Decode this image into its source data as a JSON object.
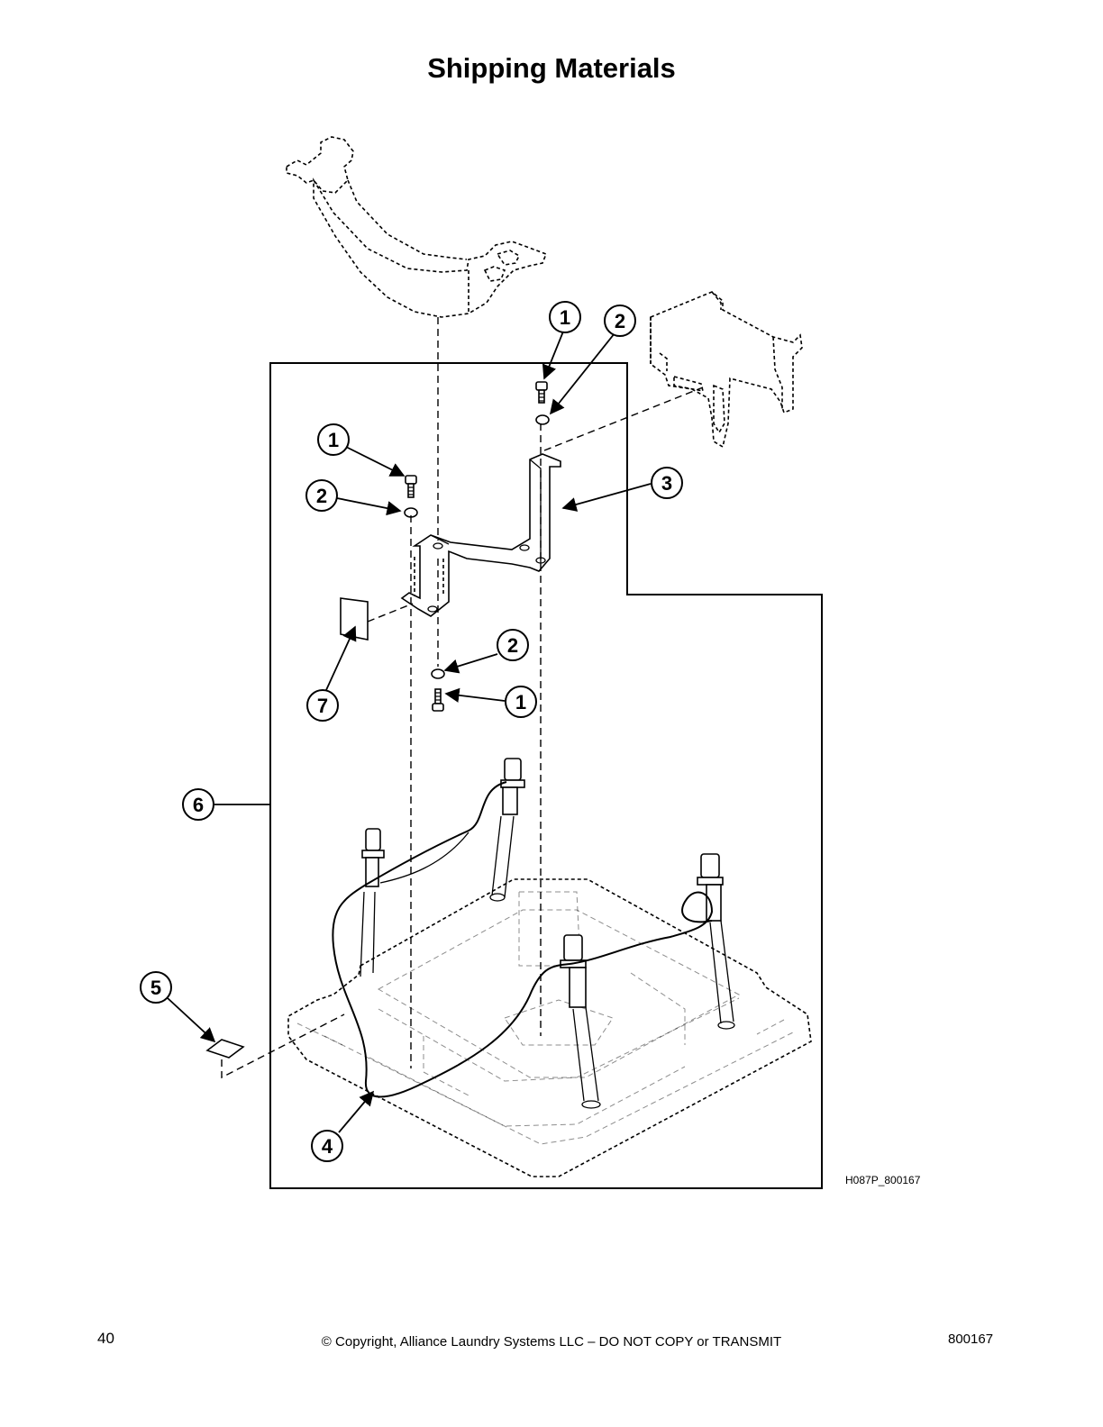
{
  "page": {
    "title": "Shipping Materials",
    "figure_code": "H087P_800167",
    "page_number": "40",
    "copyright": "© Copyright, Alliance Laundry Systems LLC – DO NOT COPY or TRANSMIT",
    "document_number": "800167"
  },
  "callouts": [
    "1",
    "2",
    "1",
    "2",
    "3",
    "7",
    "2",
    "1",
    "6",
    "5",
    "4"
  ]
}
